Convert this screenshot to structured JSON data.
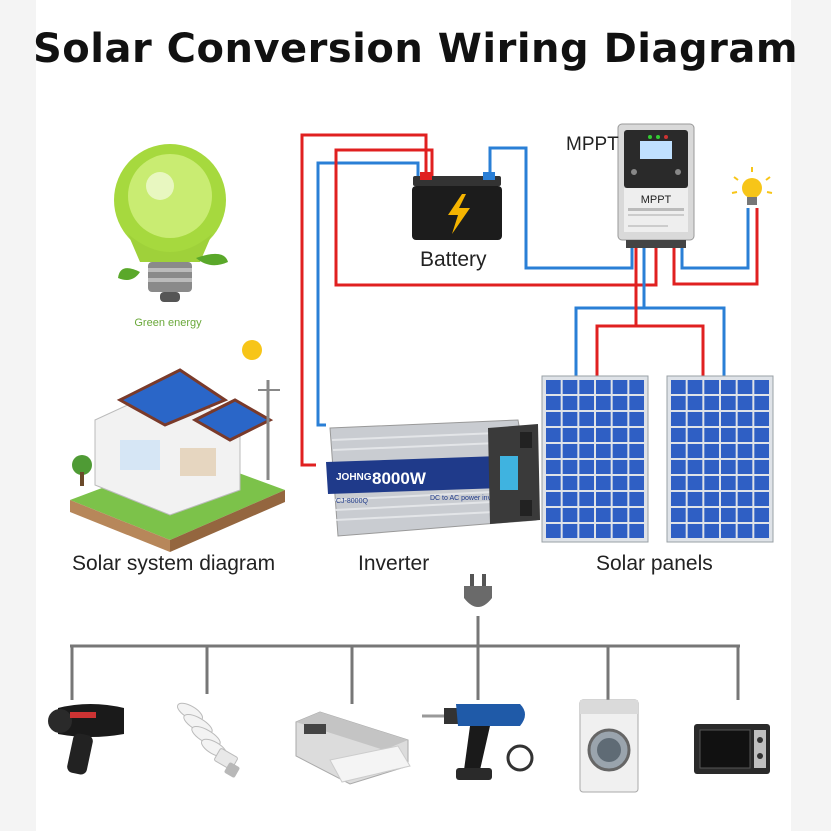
{
  "title": "Solar Conversion Wiring Diagram",
  "labels": {
    "battery": "Battery",
    "mppt": "MPPT",
    "mppt_device": "MPPT",
    "solar_system": "Solar system diagram",
    "inverter": "Inverter",
    "solar_panels": "Solar panels",
    "green_energy": "Green energy",
    "inverter_brand": "JOHNG",
    "inverter_power": "8000W",
    "inverter_model": "CJ-8000Q",
    "inverter_desc": "DC to AC power inverter"
  },
  "colors": {
    "positive_wire": "#e02020",
    "negative_wire": "#2a7fd6",
    "load_wire": "#777777",
    "panel_cell": "#2f5fc4"
  },
  "loads": [
    "hair-dryer",
    "cfl-bulb",
    "printer",
    "power-drill",
    "washing-machine",
    "microwave-oven"
  ]
}
